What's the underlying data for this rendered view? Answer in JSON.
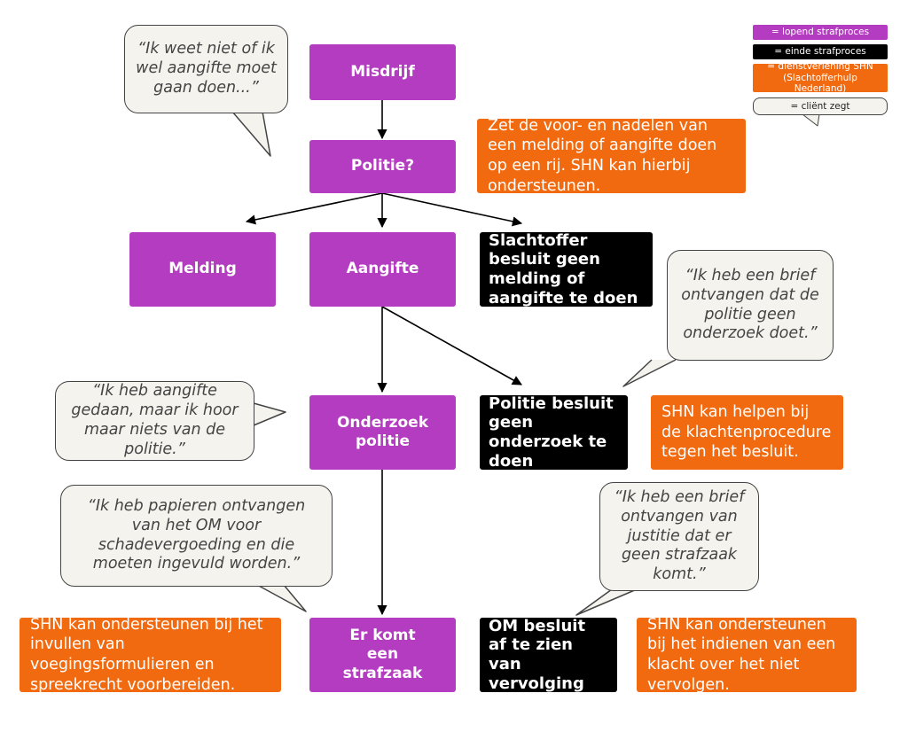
{
  "legend": {
    "lopend": "= lopend strafproces",
    "einde": "= einde strafproces",
    "dienst": "= dienstverlening SHN (Slachtofferhulp Nederland)",
    "client": "= cliënt zegt",
    "colors": {
      "purple": "#b43cc0",
      "black": "#000000",
      "orange": "#f26a10",
      "bubble": "#f4f3ee"
    }
  },
  "nodes": {
    "misdrijf": "Misdrijf",
    "politie": "Politie?",
    "melding": "Melding",
    "aangifte": "Aangifte",
    "geen_melding": "Slachtoffer besluit geen melding of aangifte te doen",
    "onderzoek": "Onderzoek politie",
    "geen_onderzoek": "Politie besluit geen onderzoek te doen",
    "strafzaak": "Er komt een strafzaak",
    "om_besluit": "OM besluit af te zien van vervolging"
  },
  "shn": {
    "voor_nadelen": "Zet de voor- en nadelen van een melding of aangifte doen op een rij. SHN kan hierbij ondersteunen.",
    "klachtenprocedure": "SHN kan helpen bij de klachtenprocedure tegen het besluit.",
    "voegingsformulieren": "SHN kan ondersteunen bij het invullen van voegingsformulieren en spreekrecht voorbereiden.",
    "klacht_vervolgen": "SHN kan ondersteunen bij het indienen van een klacht over het niet vervolgen."
  },
  "quotes": {
    "aangifte_twijfel": "“Ik weet niet of ik wel aangifte moet gaan doen...”",
    "brief_politie": "“Ik heb een brief ontvangen dat de politie geen onderzoek doet.”",
    "niets_horen": "“Ik heb aangifte gedaan, maar ik hoor maar niets van de politie.”",
    "papieren_om": "“Ik heb papieren ontvangen van het OM voor schadevergoeding en die moeten ingevuld worden.”",
    "brief_justitie": "“Ik heb een brief ontvangen van justitie dat er geen strafzaak komt.”"
  }
}
